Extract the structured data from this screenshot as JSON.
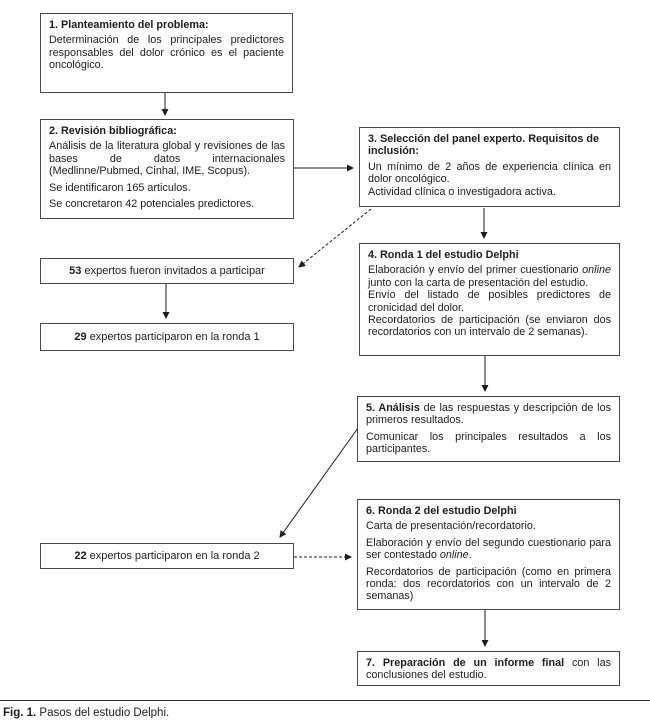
{
  "boxes": {
    "box1": {
      "header": "1. Planteamiento del problema:",
      "body": "Determinación de los principales predictores responsables del dolor crónico es el paciente oncológico."
    },
    "box2": {
      "header": "2. Revisión bibliográfica:",
      "p1": "Análisis de la literatura global y revisiones de las bases de datos internacionales (Medlinne/Pubmed, Cinhal, IME, Scopus).",
      "p2": "Se identificaron 165 articulos.",
      "p3": "Se concretaron 42 potenciales predictores."
    },
    "box3": {
      "header": "3. Selección del panel experto. Requisitos de inclusión:",
      "p1": "Un mínimo de 2 años de experiencia clínica en dolor oncológico.",
      "p2": "Actividad clínica o investigadora activa."
    },
    "invited": {
      "number": "53",
      "text": " expertos fueron invitados a participar"
    },
    "round1": {
      "number": "29",
      "text": " expertos participaron en la ronda 1"
    },
    "box4": {
      "header": "4. Ronda 1 del estudio Delphi",
      "p1_pre": "Elaboración y envío del primer cuestionario ",
      "p1_italic": "online",
      "p1_post": " junto con la carta de presentación del estudio.",
      "p2": "Envío del listado de posibles predictores de cronicidad del dolor.",
      "p3": "Recordatorios de participación (se enviaron dos recordatorios con un intervalo de 2 semanas)."
    },
    "box5": {
      "p1_bold": "5. Análisis",
      "p1_rest": " de las respuestas y descripción de los primeros resultados.",
      "p2": "Comunicar los principales resultados a los participantes."
    },
    "box6": {
      "header": "6. Ronda 2 del estudio Delphi",
      "p1": "Carta de presentación/recordatorio.",
      "p2_pre": "Elaboración y envío del segundo cuestionario para ser contestado ",
      "p2_italic": "online",
      "p2_post": ".",
      "p3": "Recordatorios de participación (como en primera ronda: dos recordatorios con un intervalo de 2 semanas)"
    },
    "round2": {
      "number": "22",
      "text": " expertos participaron en la ronda 2"
    },
    "box7": {
      "bold": "7. Preparación de un informe final",
      "rest": " con las conclusiones del estudio."
    }
  },
  "figure": {
    "caption_label": "Fig. 1.",
    "caption_text": " Pasos del estudio Delphi."
  },
  "colors": {
    "border": "#4a4a4a",
    "text": "#1d1d1d",
    "background": "#ffffff"
  }
}
